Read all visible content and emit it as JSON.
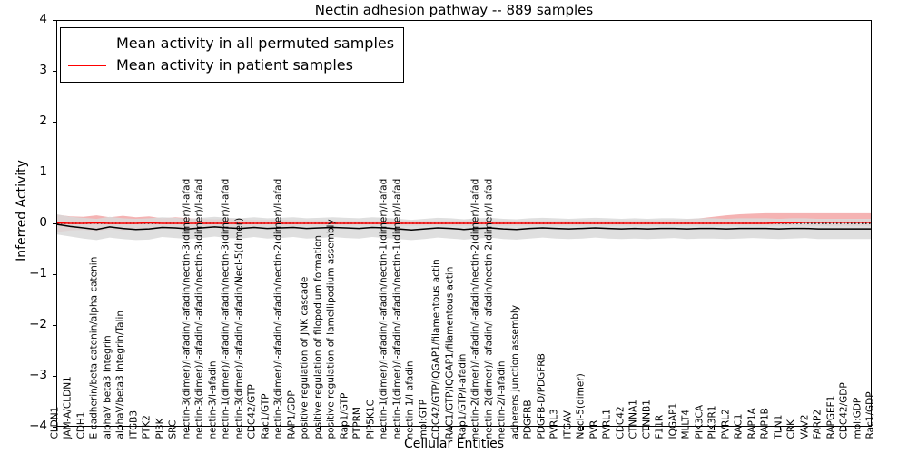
{
  "chart_data": {
    "type": "line",
    "title": "Nectin adhesion pathway -- 889 samples",
    "xlabel": "Cellular Entities",
    "ylabel": "Inferred Activity",
    "ylim": [
      -4,
      4
    ],
    "yticks": [
      -4,
      -3,
      -2,
      -1,
      0,
      1,
      2,
      3,
      4
    ],
    "grid": false,
    "legend_position": "upper left",
    "legend": [
      {
        "name": "Mean activity in all permuted samples",
        "color": "#000000"
      },
      {
        "name": "Mean activity in patient samples",
        "color": "#ff0000"
      }
    ],
    "categories": [
      "CLDN1",
      "JAM-A/CLDN1",
      "CDH1",
      "E-cadherin/beta catenin/alpha catenin",
      "alphaV beta3 Integrin",
      "alphaV/beta3 Integrin/Talin",
      "ITGB3",
      "PTK2",
      "PI3K",
      "SRC",
      "nectin-3(dimer)/l-afadin/l-afadin/nectin-3(dimer)/l-afad",
      "nectin-3(dimer)/l-afadin/l-afadin/nectin-3(dimer)/l-afad",
      "nectin-3/l-afadin",
      "nectin-1(dimer)/l-afadin/l-afadin/nectin-3(dimer)/l-afad",
      "nectin-3(dimer)/l-afadin/l-afadin/Necl-5(dimer)",
      "CDC42/GTP",
      "Rac1/GTP",
      "nectin-3(dimer)/l-afadin/l-afadin/nectin-2(dimer)/l-afad",
      "RAP1/GDP",
      "positive regulation of JNK cascade",
      "positive regulation of filopodium formation",
      "positive regulation of lamellipodium assembly",
      "Rap1/GTP",
      "PTPRM",
      "PIP5K1C",
      "nectin-1(dimer)/l-afadin/l-afadin/nectin-1(dimer)/l-afad",
      "nectin-1(dimer)/l-afadin/l-afadin/nectin-1(dimer)/l-afad",
      "nectin-1/l-afadin",
      "mol:GTP",
      "CDC42/GTP/IQGAP1/filamentous actin",
      "RAC1/GTP/IQGAP1/filamentous actin",
      "Rap1/GTP/l-afadin",
      "nectin-2(dimer)/l-afadin/l-afadin/nectin-2(dimer)/l-afad",
      "nectin-2(dimer)/l-afadin/l-afadin/nectin-2(dimer)/l-afad",
      "nectin-2/l-afadin",
      "adherens junction assembly",
      "PDGFRB",
      "PDGFB-D/PDGFRB",
      "PVRL3",
      "ITGAV",
      "Necl-5(dimer)",
      "PVR",
      "PVRL1",
      "CDC42",
      "CTNNA1",
      "CTNNB1",
      "F11R",
      "IQGAP1",
      "MLLT4",
      "PIK3CA",
      "PIK3R1",
      "PVRL2",
      "RAC1",
      "RAP1A",
      "RAP1B",
      "TLN1",
      "CRK",
      "VAV2",
      "FARP2",
      "RAPGEF1",
      "CDC42/GDP",
      "mol:GDP",
      "Rac1/GDP"
    ],
    "series": [
      {
        "name": "Mean activity in all permuted samples",
        "color": "#000000",
        "band_color": "#d9d9d9",
        "values": [
          -0.02,
          -0.06,
          -0.09,
          -0.12,
          -0.07,
          -0.1,
          -0.12,
          -0.11,
          -0.08,
          -0.09,
          -0.11,
          -0.09,
          -0.07,
          -0.09,
          -0.1,
          -0.08,
          -0.1,
          -0.09,
          -0.08,
          -0.1,
          -0.09,
          -0.08,
          -0.09,
          -0.1,
          -0.08,
          -0.09,
          -0.11,
          -0.13,
          -0.11,
          -0.09,
          -0.1,
          -0.12,
          -0.1,
          -0.09,
          -0.11,
          -0.12,
          -0.1,
          -0.09,
          -0.1,
          -0.11,
          -0.1,
          -0.09,
          -0.1,
          -0.11,
          -0.1,
          -0.11,
          -0.1,
          -0.1,
          -0.11,
          -0.1,
          -0.1,
          -0.11,
          -0.1,
          -0.1,
          -0.1,
          -0.11,
          -0.1,
          -0.1,
          -0.11,
          -0.11,
          -0.11,
          -0.11,
          -0.11
        ],
        "band_lower": [
          -0.22,
          -0.26,
          -0.3,
          -0.33,
          -0.28,
          -0.31,
          -0.33,
          -0.32,
          -0.27,
          -0.29,
          -0.31,
          -0.29,
          -0.26,
          -0.29,
          -0.3,
          -0.27,
          -0.3,
          -0.29,
          -0.27,
          -0.3,
          -0.29,
          -0.27,
          -0.29,
          -0.3,
          -0.27,
          -0.29,
          -0.31,
          -0.33,
          -0.31,
          -0.28,
          -0.3,
          -0.32,
          -0.3,
          -0.28,
          -0.31,
          -0.32,
          -0.3,
          -0.28,
          -0.3,
          -0.31,
          -0.3,
          -0.28,
          -0.3,
          -0.31,
          -0.3,
          -0.31,
          -0.3,
          -0.29,
          -0.31,
          -0.3,
          -0.3,
          -0.31,
          -0.3,
          -0.29,
          -0.3,
          -0.31,
          -0.3,
          -0.29,
          -0.31,
          -0.31,
          -0.31,
          -0.31,
          -0.31
        ],
        "band_upper": [
          0.18,
          0.13,
          0.11,
          0.09,
          0.13,
          0.1,
          0.09,
          0.1,
          0.12,
          0.11,
          0.09,
          0.11,
          0.13,
          0.11,
          0.1,
          0.12,
          0.1,
          0.11,
          0.12,
          0.1,
          0.11,
          0.12,
          0.11,
          0.1,
          0.12,
          0.11,
          0.09,
          0.07,
          0.09,
          0.11,
          0.1,
          0.08,
          0.1,
          0.11,
          0.09,
          0.08,
          0.1,
          0.11,
          0.1,
          0.09,
          0.1,
          0.11,
          0.1,
          0.09,
          0.1,
          0.09,
          0.1,
          0.1,
          0.09,
          0.1,
          0.1,
          0.09,
          0.1,
          0.1,
          0.1,
          0.09,
          0.1,
          0.1,
          0.09,
          0.09,
          0.09,
          0.09,
          0.09
        ]
      },
      {
        "name": "Mean activity in patient samples",
        "color": "#ff0000",
        "band_color": "#f2a0a0",
        "values": [
          0.01,
          0.0,
          0.0,
          0.01,
          0.0,
          0.0,
          0.0,
          0.01,
          0.0,
          0.0,
          0.0,
          0.0,
          0.0,
          0.0,
          0.0,
          0.0,
          0.0,
          0.0,
          0.0,
          0.0,
          0.0,
          0.0,
          0.0,
          0.0,
          0.0,
          0.0,
          0.0,
          0.0,
          0.0,
          0.0,
          0.0,
          0.0,
          0.0,
          0.0,
          0.0,
          0.0,
          0.0,
          0.0,
          0.0,
          0.0,
          0.0,
          0.0,
          0.0,
          0.0,
          0.0,
          0.0,
          0.0,
          0.0,
          0.0,
          0.0,
          0.0,
          0.0,
          0.0,
          0.0,
          0.0,
          0.01,
          0.01,
          0.02,
          0.02,
          0.02,
          0.02,
          0.02,
          0.02
        ],
        "band_lower": [
          -0.17,
          -0.14,
          -0.13,
          -0.15,
          -0.12,
          -0.14,
          -0.12,
          -0.13,
          -0.1,
          -0.11,
          -0.1,
          -0.09,
          -0.08,
          -0.09,
          -0.08,
          -0.07,
          -0.07,
          -0.07,
          -0.06,
          -0.06,
          -0.06,
          -0.05,
          -0.05,
          -0.05,
          -0.05,
          -0.05,
          -0.05,
          -0.05,
          -0.05,
          -0.05,
          -0.05,
          -0.05,
          -0.05,
          -0.05,
          -0.05,
          -0.05,
          -0.05,
          -0.05,
          -0.05,
          -0.05,
          -0.05,
          -0.05,
          -0.05,
          -0.05,
          -0.05,
          -0.05,
          -0.05,
          -0.05,
          -0.05,
          -0.05,
          -0.05,
          -0.05,
          -0.05,
          -0.05,
          -0.05,
          -0.05,
          -0.05,
          -0.05,
          -0.05,
          -0.05,
          -0.05,
          -0.05,
          -0.05
        ],
        "band_upper": [
          0.17,
          0.14,
          0.13,
          0.16,
          0.12,
          0.15,
          0.12,
          0.14,
          0.1,
          0.12,
          0.1,
          0.09,
          0.08,
          0.09,
          0.08,
          0.07,
          0.07,
          0.07,
          0.06,
          0.06,
          0.06,
          0.05,
          0.05,
          0.05,
          0.05,
          0.05,
          0.05,
          0.05,
          0.05,
          0.05,
          0.05,
          0.05,
          0.05,
          0.05,
          0.05,
          0.05,
          0.05,
          0.05,
          0.05,
          0.06,
          0.06,
          0.06,
          0.06,
          0.06,
          0.06,
          0.06,
          0.06,
          0.07,
          0.08,
          0.1,
          0.13,
          0.16,
          0.18,
          0.19,
          0.2,
          0.2,
          0.2,
          0.2,
          0.2,
          0.2,
          0.2,
          0.2,
          0.2
        ]
      }
    ],
    "zero_reference_line": {
      "value": 0,
      "style": "dotted",
      "color": "#000000"
    }
  }
}
